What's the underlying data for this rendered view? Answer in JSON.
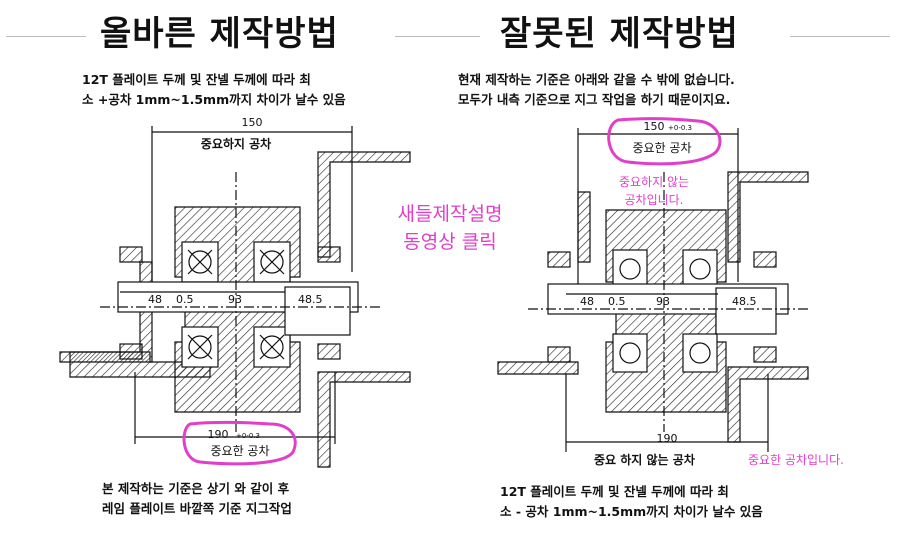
{
  "left": {
    "title": "올바른 제작방법",
    "desc_line1": "12T 플레이트 두께 및 잔넬 두께에 따라 최",
    "desc_line2": "소 +공차 1mm~1.5mm까지 차이가 날수 있음",
    "dim_top": "150",
    "label_top": "중요하지 공차",
    "dim_48": "48",
    "dim_05": "0.5",
    "dim_93": "93",
    "dim_485": "48.5",
    "dim_bottom": "190",
    "dim_bottom_tol": "+0-0.3",
    "label_bottom": "중요한 공차",
    "footer_line1": "본 제작하는 기준은 상기 와 같이 후",
    "footer_line2": "레임 플레이트 바깥쪽 기준 지그작업"
  },
  "center": {
    "line1": "새들제작설명",
    "line2": "동영상 클릭",
    "color": "#e040c8"
  },
  "right": {
    "title": "잘못된 제작방법",
    "desc_line1": "현재 제작하는 기준은 아래와 같을 수 밖에 없습니다.",
    "desc_line2": "모두가 내측 기준으로 지그 작업을 하기 때문이지요.",
    "dim_top": "150",
    "dim_top_tol": "+0-0.3",
    "label_top": "중요한 공차",
    "note_line1": "중요하지 않는",
    "note_line2": "공차입니다.",
    "dim_48": "48",
    "dim_05": "0.5",
    "dim_93": "93",
    "dim_485": "48.5",
    "dim_bottom": "190",
    "label_bottom": "중요 하지 않는 공차",
    "label_bottom_note": "중요한 공차입니다.",
    "footer_line1": "12T 플레이트 두께 및 잔넬 두께에 따라 최",
    "footer_line2": "소 - 공차 1mm~1.5mm까지 차이가 날수 있음"
  },
  "colors": {
    "accent": "#e040c8",
    "ink": "#111111"
  }
}
